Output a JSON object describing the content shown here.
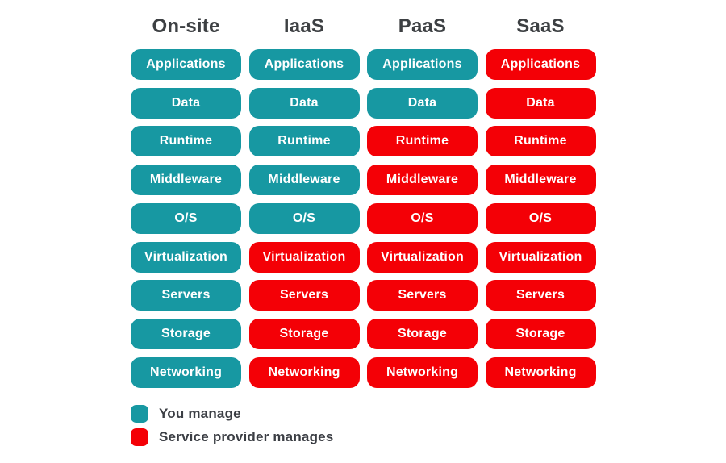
{
  "colors": {
    "you": "#1798a2",
    "provider": "#f40006",
    "pill_text": "#ffffff",
    "heading": "#3d4043",
    "legend_text": "#3b3e44",
    "background": "#ffffff"
  },
  "diagram": {
    "columns": [
      {
        "label": "On-site",
        "cells": [
          {
            "label": "Applications",
            "manager": "you"
          },
          {
            "label": "Data",
            "manager": "you"
          },
          {
            "label": "Runtime",
            "manager": "you"
          },
          {
            "label": "Middleware",
            "manager": "you"
          },
          {
            "label": "O/S",
            "manager": "you"
          },
          {
            "label": "Virtualization",
            "manager": "you"
          },
          {
            "label": "Servers",
            "manager": "you"
          },
          {
            "label": "Storage",
            "manager": "you"
          },
          {
            "label": "Networking",
            "manager": "you"
          }
        ]
      },
      {
        "label": "IaaS",
        "cells": [
          {
            "label": "Applications",
            "manager": "you"
          },
          {
            "label": "Data",
            "manager": "you"
          },
          {
            "label": "Runtime",
            "manager": "you"
          },
          {
            "label": "Middleware",
            "manager": "you"
          },
          {
            "label": "O/S",
            "manager": "you"
          },
          {
            "label": "Virtualization",
            "manager": "provider"
          },
          {
            "label": "Servers",
            "manager": "provider"
          },
          {
            "label": "Storage",
            "manager": "provider"
          },
          {
            "label": "Networking",
            "manager": "provider"
          }
        ]
      },
      {
        "label": "PaaS",
        "cells": [
          {
            "label": "Applications",
            "manager": "you"
          },
          {
            "label": "Data",
            "manager": "you"
          },
          {
            "label": "Runtime",
            "manager": "provider"
          },
          {
            "label": "Middleware",
            "manager": "provider"
          },
          {
            "label": "O/S",
            "manager": "provider"
          },
          {
            "label": "Virtualization",
            "manager": "provider"
          },
          {
            "label": "Servers",
            "manager": "provider"
          },
          {
            "label": "Storage",
            "manager": "provider"
          },
          {
            "label": "Networking",
            "manager": "provider"
          }
        ]
      },
      {
        "label": "SaaS",
        "cells": [
          {
            "label": "Applications",
            "manager": "provider"
          },
          {
            "label": "Data",
            "manager": "provider"
          },
          {
            "label": "Runtime",
            "manager": "provider"
          },
          {
            "label": "Middleware",
            "manager": "provider"
          },
          {
            "label": "O/S",
            "manager": "provider"
          },
          {
            "label": "Virtualization",
            "manager": "provider"
          },
          {
            "label": "Servers",
            "manager": "provider"
          },
          {
            "label": "Storage",
            "manager": "provider"
          },
          {
            "label": "Networking",
            "manager": "provider"
          }
        ]
      }
    ]
  },
  "legend": {
    "items": [
      {
        "key": "you",
        "label": "You manage",
        "color": "#1798a2"
      },
      {
        "key": "provider",
        "label": "Service provider manages",
        "color": "#f40006"
      }
    ]
  }
}
